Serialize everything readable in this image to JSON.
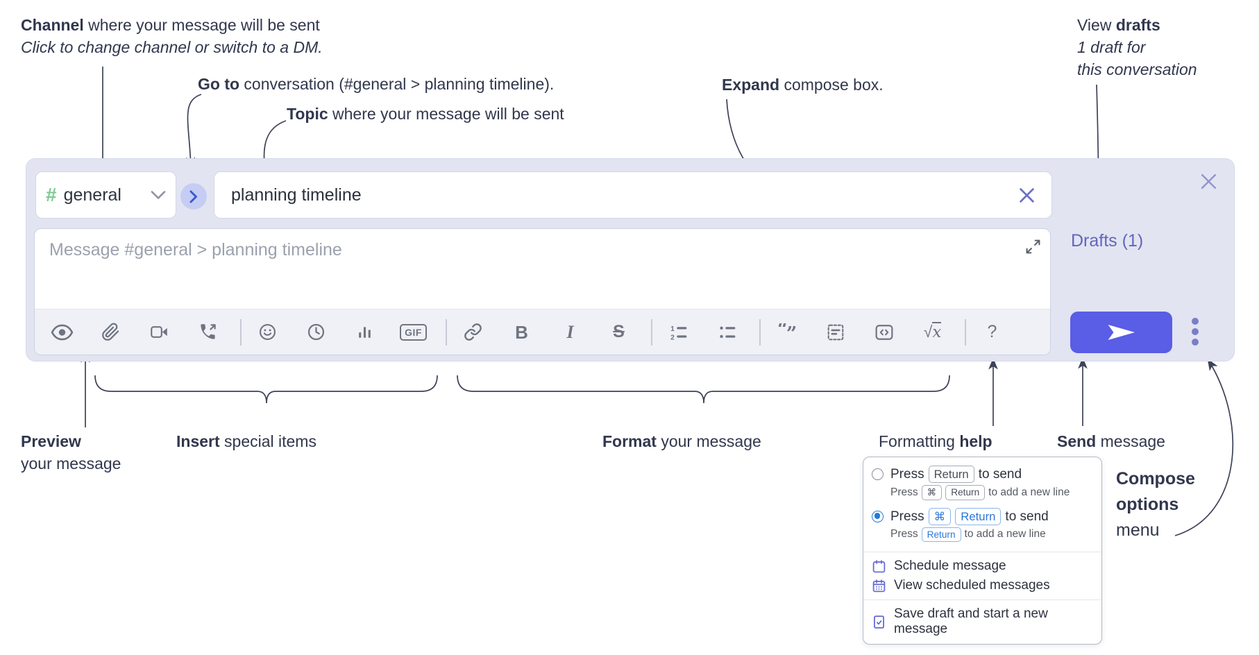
{
  "annotations": {
    "channel": {
      "bold": "Channel",
      "rest": " where your message will be sent",
      "sub": "Click to change channel or switch to a DM."
    },
    "goto": {
      "bold": "Go to",
      "rest": " conversation (#general > planning timeline)."
    },
    "topic": {
      "bold": "Topic",
      "rest": " where your message will be sent"
    },
    "expand": {
      "bold": "Expand",
      "rest": " compose box."
    },
    "drafts": {
      "pre": "View ",
      "bold": "drafts",
      "line2": "1 draft for",
      "line3": "this conversation"
    },
    "preview": {
      "bold": "Preview",
      "line2": "your message"
    },
    "insert": {
      "bold": "Insert",
      "rest": " special items"
    },
    "format": {
      "bold": "Format",
      "rest": " your message"
    },
    "help": {
      "pre": "Formatting ",
      "bold": "help"
    },
    "send": {
      "bold": "Send",
      "rest": " message"
    },
    "compose_menu": {
      "line1": "Compose",
      "line2": "options",
      "line3": "menu"
    }
  },
  "compose": {
    "channel_hash": "#",
    "channel_name": "general",
    "topic_value": "planning timeline",
    "message_placeholder": "Message #general > planning timeline",
    "drafts_label": "Drafts (1)",
    "gif_label": "GIF",
    "glyphs": {
      "bold": "B",
      "italic": "I",
      "strike": "S",
      "help": "?",
      "sqrt": "√",
      "x": "x",
      "quote_open": "“",
      "quote_close": "”",
      "num1": "1",
      "num2": "2"
    },
    "toolbar": [
      "preview-eye-icon",
      "attach-paperclip-icon",
      "video-call-icon",
      "audio-call-icon",
      "separator",
      "add-emoji-icon",
      "global-time-icon",
      "add-poll-icon",
      "add-gif-icon",
      "separator",
      "link-icon",
      "bold-icon",
      "italic-icon",
      "strikethrough-icon",
      "separator",
      "numbered-list-icon",
      "bulleted-list-icon",
      "separator",
      "quote-icon",
      "spoiler-icon",
      "code-icon",
      "math-icon",
      "separator",
      "help-icon"
    ]
  },
  "popup": {
    "options": [
      {
        "selected": false,
        "main": [
          {
            "t": "txt",
            "v": "Press"
          },
          {
            "t": "kbd",
            "v": "Return"
          },
          {
            "t": "txt",
            "v": "to send"
          }
        ],
        "sub": [
          {
            "t": "txt",
            "v": "Press"
          },
          {
            "t": "kbd",
            "v": "⌘"
          },
          {
            "t": "kbd",
            "v": "Return"
          },
          {
            "t": "txt",
            "v": "to add a new line"
          }
        ]
      },
      {
        "selected": true,
        "main": [
          {
            "t": "txt",
            "v": "Press"
          },
          {
            "t": "kbdb",
            "v": "⌘"
          },
          {
            "t": "kbdb",
            "v": "Return"
          },
          {
            "t": "txt",
            "v": "to send"
          }
        ],
        "sub": [
          {
            "t": "txt",
            "v": "Press"
          },
          {
            "t": "kbdb",
            "v": "Return"
          },
          {
            "t": "txt",
            "v": "to add a new line"
          }
        ]
      }
    ],
    "groups": [
      [
        {
          "icon": "calendar-icon",
          "label": "Schedule message"
        },
        {
          "icon": "calendar-grid-icon",
          "label": "View scheduled messages"
        }
      ],
      [
        {
          "icon": "draft-save-icon",
          "label": "Save draft and start a new message"
        }
      ]
    ]
  },
  "colors": {
    "compose_bg": "#e2e4f1",
    "send_button": "#5a5de5",
    "drafts_link": "#6366bd",
    "hash_green": "#7cc98f",
    "go_button_bg": "#c5cdf4",
    "radio_blue": "#2779d4",
    "kbd_blue": "#2b77d8",
    "menu_icon_purple": "#6a6ed1",
    "toolbar_icon": "#6f7480"
  }
}
